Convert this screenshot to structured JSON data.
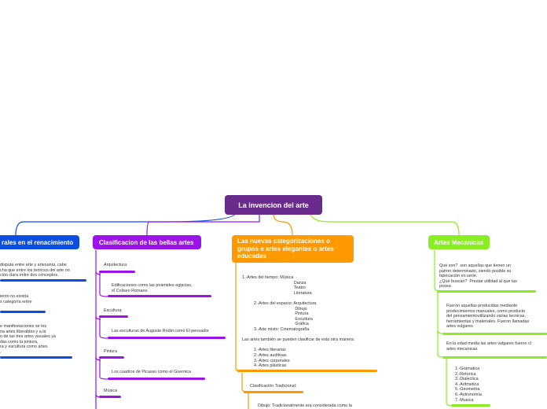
{
  "root": {
    "label": "La invencion del arte",
    "color": "#6a2c8c"
  },
  "branches": {
    "renacimiento": {
      "label": "rales en el renacimiento",
      "color": "#0c4fe0",
      "items": [
        "disputa entre arte y artesanía, cabe\ncha que entre los teóricos del arte no\nción clara entre dos conceptos.",
        "iento no existía\ns categoría entre",
        "e manifestaciones se les\nna artes liberables y a la\nn de las tres artes visuales ya\ndas como la pintura,\nra y escultura como artes\n."
      ]
    },
    "bellas": {
      "label": "Clasificacion de las bellas artes",
      "color": "#9b13e8",
      "items": [
        {
          "title": "Arquitectura",
          "detail": "Edificaciones como las pirámides egipcias,\nel Coliseo Romano"
        },
        {
          "title": "Escultura",
          "detail": "Las esculturas de Auguste Rodin como El pensador"
        },
        {
          "title": "Pintura",
          "detail": "Los cuadros de Picasso como el Guernica"
        },
        {
          "title": "Música",
          "detail": ""
        }
      ]
    },
    "nuevas": {
      "label": "Las nuevas categorizaciones o\ngrupos e artes elegantes o artes\neducadas",
      "color": "#ff9900",
      "body1": "1.-Artes del tiempo: Música\n                                            Danza\n                                            Teatro\n                                            Literatura\n\n          2.-Artes del espacio: Arquitectura\n                                             Dibujo\n                                             Pintura\n                                             Escultura\n                                             Gráfica\n          3.-Arte mixto: Cinematografía\n\nLas artes también se pueden clasificar de esta otra manera:\n\n          1.-Artes literarias\n          2.-Artes auditivas\n          3.-Artes corporales\n          4.-Artes plásticas",
      "sub_title": "Clasificación Tradicional:",
      "sub_detail": "Dibujo: Tradicionalmente era considerada como la"
    },
    "mecanicas": {
      "label": "Artes Mecanicas",
      "color": "#88ee22",
      "items": [
        "Qué son?  son aquellas que tienen un\npatron determinado, siendo posible su\nfabricación en serie.\n¿Qué buscan?  Prestar utilidad al que las\nposea",
        "Fueron aquellas producidas mediante\nprodecimientos manuales, como producto\ndel pensamientoutilizando varias tecnicas,\nherramientas y materiales. Fueron llamadas\nartes vulgares",
        "En la edad media las artes vulgares fueron cl\nartes mecanicas",
        "1.-Gramatica\n2.-Retorica\n3.-Dialectica\n4.-Aritmetica\n5.-Geometria\n6.-Astronomía\n7.-Musica"
      ]
    }
  }
}
